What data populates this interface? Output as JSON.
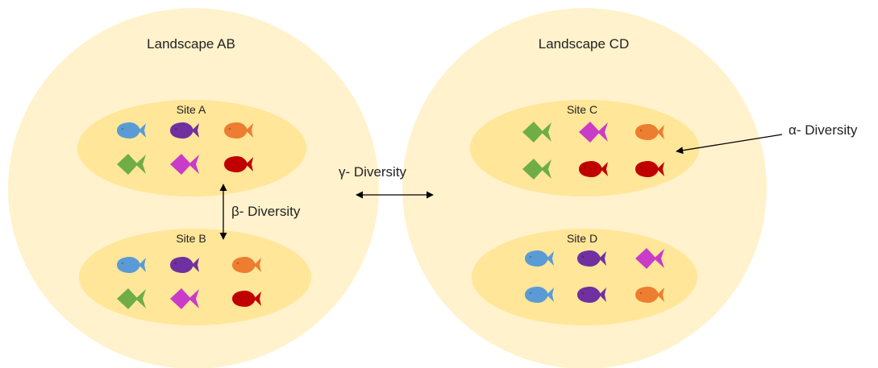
{
  "landscapes": [
    {
      "title": "Landscape AB",
      "sites": [
        {
          "label": "Site A",
          "rows": [
            [
              "blue-fish",
              "purple-fish",
              "orange-fish"
            ],
            [
              "green-fish",
              "magenta-fish",
              "red-fish"
            ]
          ]
        },
        {
          "label": "Site B",
          "rows": [
            [
              "blue-fish",
              "purple-fish",
              "orange-fish"
            ],
            [
              "green-fish",
              "magenta-fish",
              "red-fish"
            ]
          ]
        }
      ]
    },
    {
      "title": "Landscape CD",
      "sites": [
        {
          "label": "Site C",
          "rows": [
            [
              "green-fish",
              "magenta-fish",
              "orange-fish"
            ],
            [
              "green-fish",
              "red-fish",
              "red-fish"
            ]
          ]
        },
        {
          "label": "Site D",
          "rows": [
            [
              "blue-fish",
              "purple-fish",
              "magenta-fish"
            ],
            [
              "blue-fish",
              "purple-fish",
              "orange-fish"
            ]
          ]
        }
      ]
    }
  ],
  "diversity": {
    "alpha": "α- Diversity",
    "beta": "β- Diversity",
    "gamma": "γ- Diversity"
  },
  "fish_colors": {
    "blue-fish": "#5b9bd5",
    "purple-fish": "#7030a0",
    "orange-fish": "#ed7d31",
    "green-fish": "#70ad47",
    "magenta-fish": "#c83cc8",
    "red-fish": "#c00000"
  },
  "colors": {
    "landscape_fill": "#fff2cc",
    "site_fill": "#ffe699",
    "arrow": "#000000"
  }
}
